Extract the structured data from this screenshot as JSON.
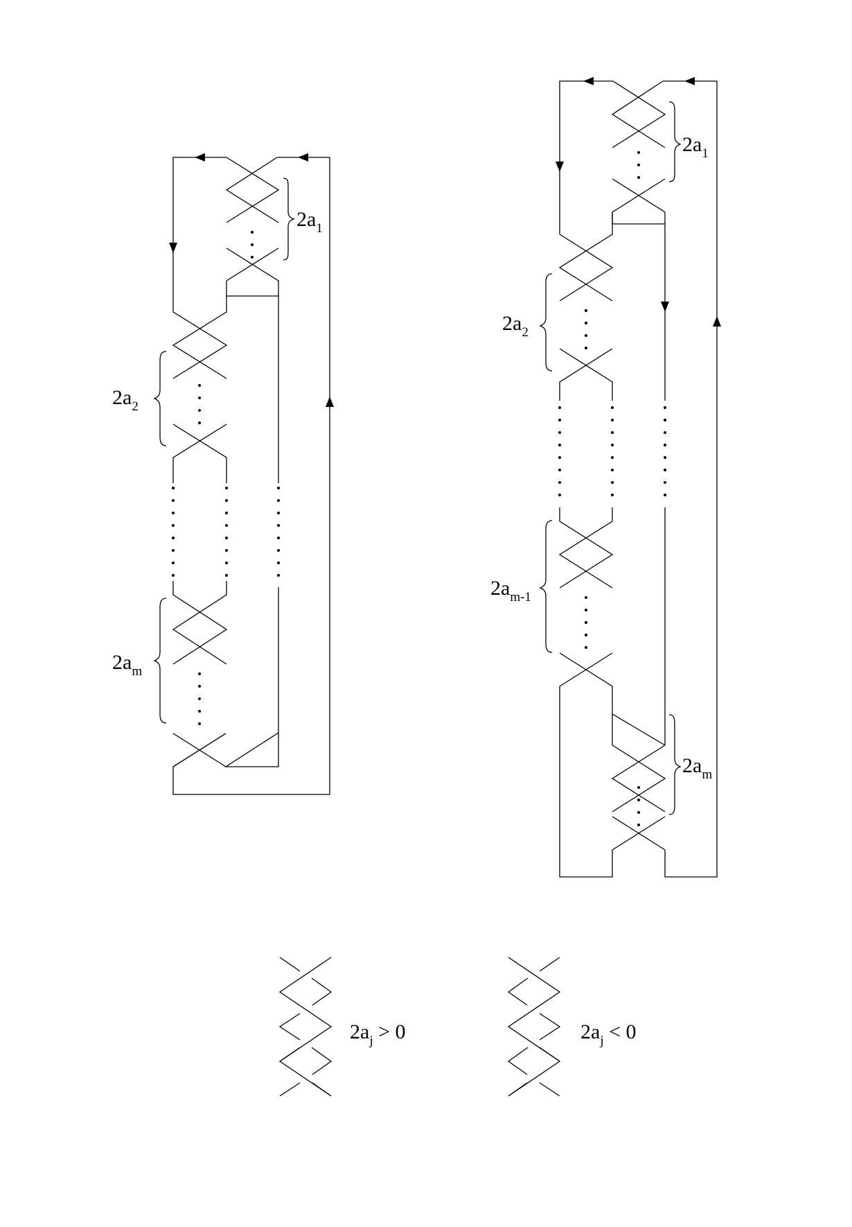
{
  "labels": {
    "left_a1": {
      "base": "2a",
      "sub": "1"
    },
    "left_a2": {
      "base": "2a",
      "sub": "2"
    },
    "left_am": {
      "base": "2a",
      "sub": "m"
    },
    "right_a1": {
      "base": "2a",
      "sub": "1"
    },
    "right_a2": {
      "base": "2a",
      "sub": "2"
    },
    "right_am1": {
      "base": "2a",
      "sub": "m-1"
    },
    "right_am": {
      "base": "2a",
      "sub": "m"
    },
    "legend_pos": {
      "base": "2a",
      "sub": "j",
      "rest": " > 0"
    },
    "legend_neg": {
      "base": "2a",
      "sub": "j",
      "rest": " < 0"
    }
  }
}
